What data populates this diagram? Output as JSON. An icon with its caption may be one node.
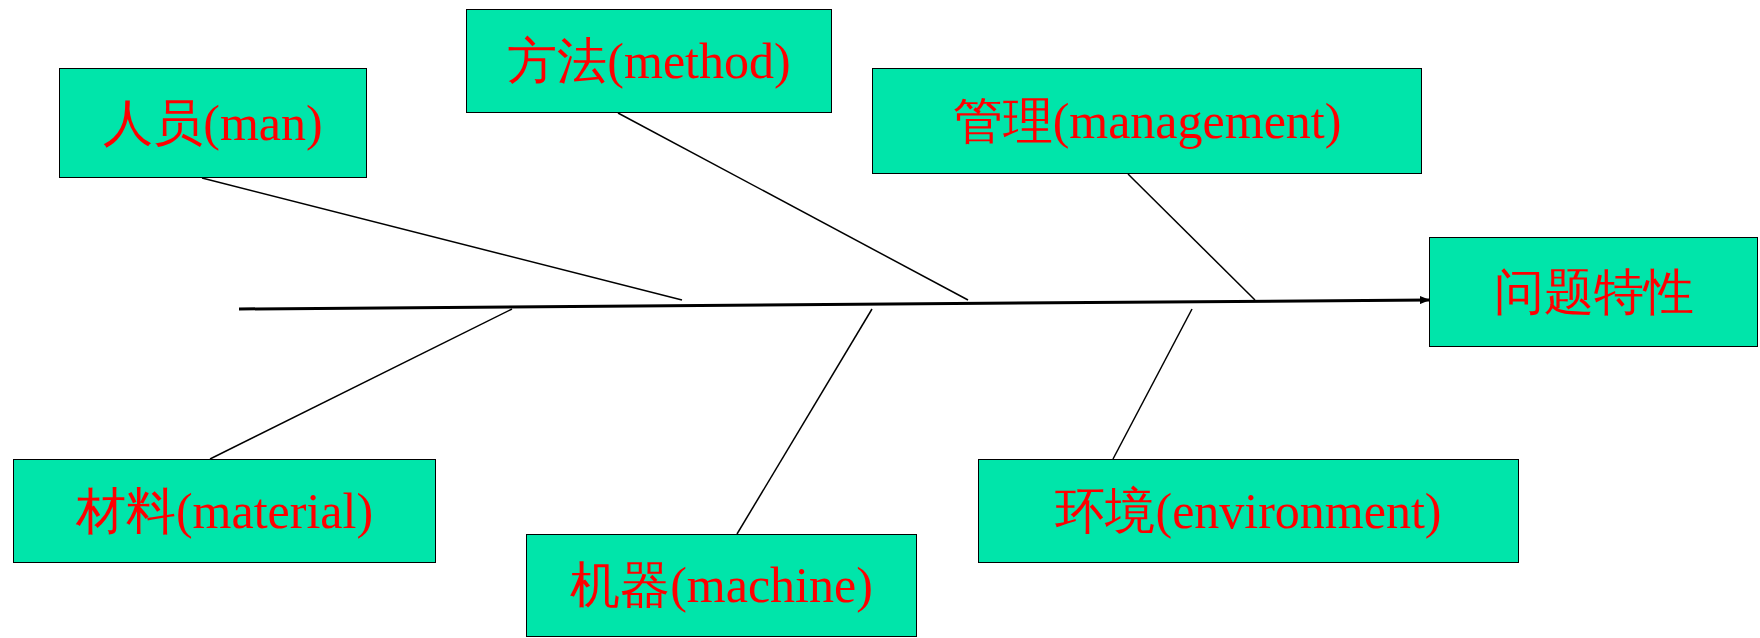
{
  "diagram": {
    "nodes": [
      {
        "text": [
          "人员(man)"
        ]
      },
      {
        "text": [
          "方法(method)"
        ]
      },
      {
        "text": [
          "管理(management)"
        ]
      },
      {
        "text": [
          "问题特性"
        ]
      },
      {
        "text": [
          "材料(material)"
        ]
      },
      {
        "text": [
          "机器(machine)"
        ]
      },
      {
        "text": [
          "环境(environment)"
        ]
      }
    ],
    "edges": [
      {
        "from": null,
        "to": 3,
        "arrow": "to"
      },
      {
        "from": 0,
        "to": null,
        "arrow": "none"
      },
      {
        "from": 1,
        "to": null,
        "arrow": "none"
      },
      {
        "from": 2,
        "to": null,
        "arrow": "none"
      },
      {
        "from": 4,
        "to": null,
        "arrow": "none"
      },
      {
        "from": 5,
        "to": null,
        "arrow": "none"
      },
      {
        "from": 6,
        "to": null,
        "arrow": "none"
      }
    ]
  }
}
